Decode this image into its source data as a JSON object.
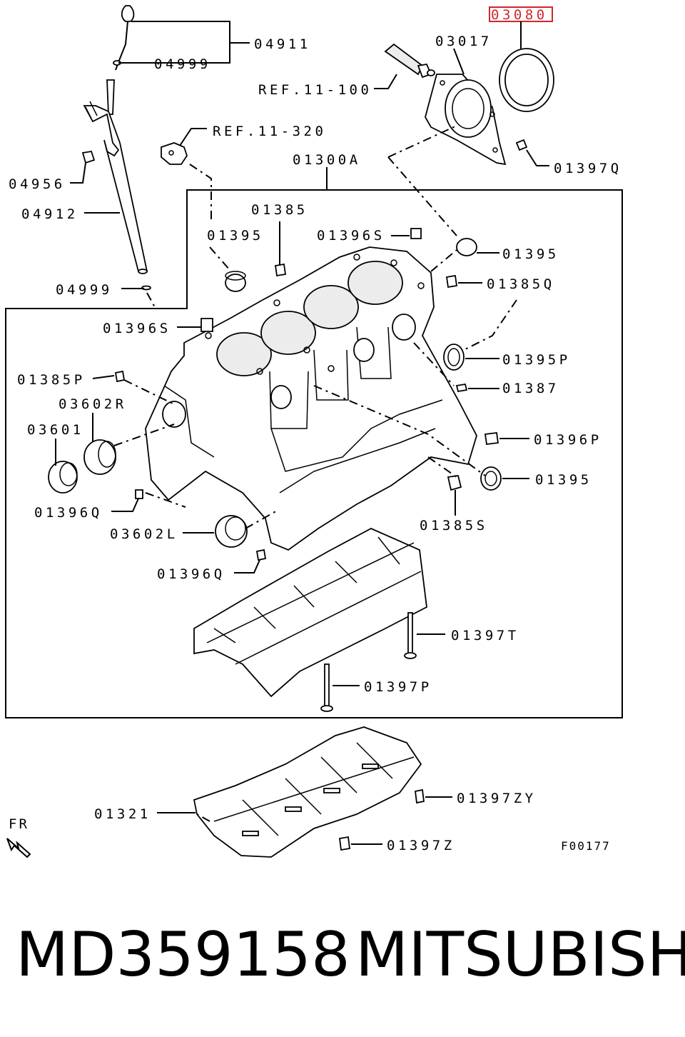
{
  "labels": {
    "p04911": "04911",
    "p04999a": "04999",
    "ref11_100": "REF.11-100",
    "p03017": "03017",
    "p03080": "03080",
    "ref11_320": "REF.11-320",
    "p01300A": "01300A",
    "p01397Q": "01397Q",
    "p04956": "04956",
    "p04912": "04912",
    "p01385": "01385",
    "p01395a": "01395",
    "p01396Sa": "01396S",
    "p01395b": "01395",
    "p01385Q": "01385Q",
    "p04999b": "04999",
    "p01396Sb": "01396S",
    "p01395P": "01395P",
    "p01385P": "01385P",
    "p01387": "01387",
    "p03602R": "03602R",
    "p03601": "03601",
    "p01396P": "01396P",
    "p01395c": "01395",
    "p01396Qa": "01396Q",
    "p03602L": "03602L",
    "p01385S": "01385S",
    "p01396Qb": "01396Q",
    "p01397T": "01397T",
    "p01397P": "01397P",
    "p01397ZY": "01397ZY",
    "p01321": "01321",
    "fr": "FR",
    "p01397Z": "01397Z",
    "figure_code": "F00177"
  },
  "highlighted_part": "03080",
  "highlight_color": "#d0262d",
  "caption": {
    "part_number": "MD359158",
    "brand": "MITSUBISHI"
  }
}
